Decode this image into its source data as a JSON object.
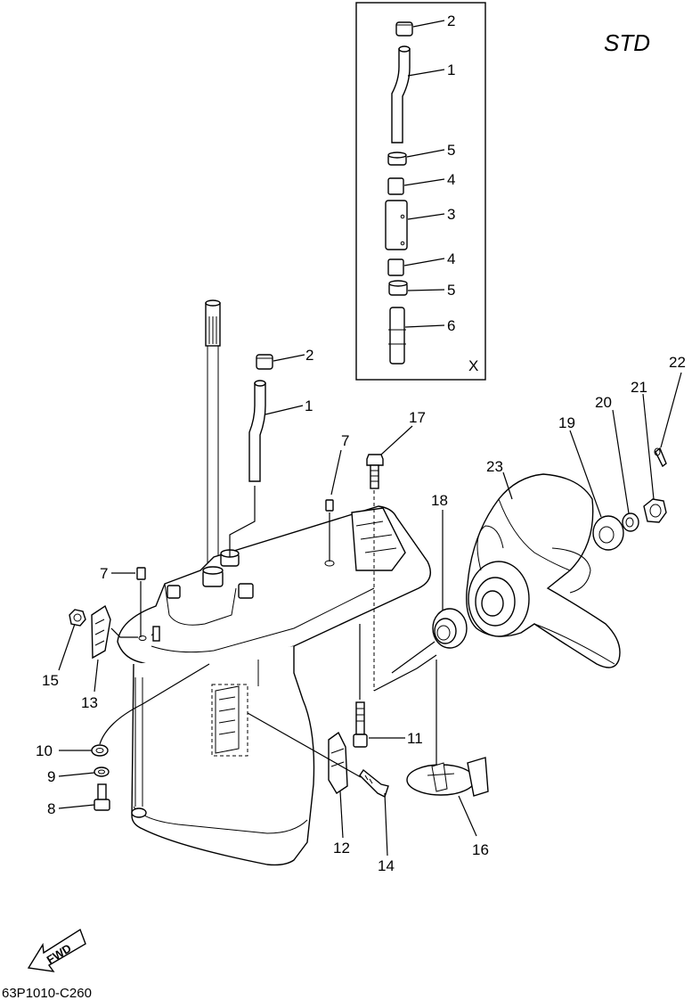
{
  "header": {
    "variant_label": "STD"
  },
  "inset": {
    "corner_label": "X"
  },
  "footer": {
    "diagram_code": "63P1010-C260",
    "fwd_label": "FWD"
  },
  "callouts": {
    "inset_2": "2",
    "inset_1": "1",
    "inset_5a": "5",
    "inset_4a": "4",
    "inset_3": "3",
    "inset_4b": "4",
    "inset_5b": "5",
    "inset_6": "6",
    "main_2": "2",
    "main_1": "1",
    "main_7a": "7",
    "main_7b": "7",
    "main_17": "17",
    "main_18": "18",
    "main_23": "23",
    "main_19": "19",
    "main_20": "20",
    "main_21": "21",
    "main_22": "22",
    "main_15": "15",
    "main_13": "13",
    "main_10": "10",
    "main_9": "9",
    "main_8": "8",
    "main_11": "11",
    "main_12": "12",
    "main_14": "14",
    "main_16": "16"
  }
}
